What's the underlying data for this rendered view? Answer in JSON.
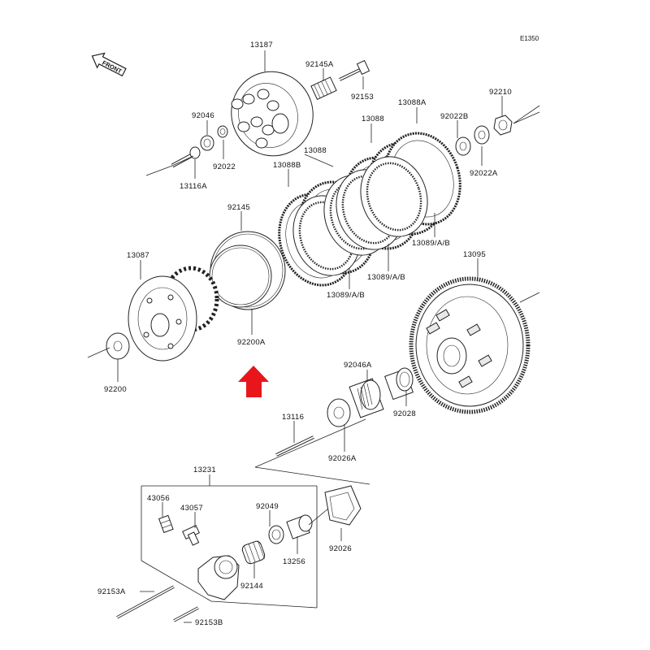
{
  "diagram": {
    "code": "E1350",
    "front_label": "FRONT",
    "arrow_color": "#e8161b",
    "parts": [
      {
        "id": "13187",
        "label": "13187"
      },
      {
        "id": "92145A",
        "label": "92145A"
      },
      {
        "id": "92153",
        "label": "92153"
      },
      {
        "id": "92046",
        "label": "92046"
      },
      {
        "id": "92022",
        "label": "92022"
      },
      {
        "id": "13116A",
        "label": "13116A"
      },
      {
        "id": "13088A",
        "label": "13088A"
      },
      {
        "id": "13088_top",
        "label": "13088"
      },
      {
        "id": "13088_mid",
        "label": "13088"
      },
      {
        "id": "13088B",
        "label": "13088B"
      },
      {
        "id": "92022B",
        "label": "92022B"
      },
      {
        "id": "92210",
        "label": "92210"
      },
      {
        "id": "92022A",
        "label": "92022A"
      },
      {
        "id": "92145",
        "label": "92145"
      },
      {
        "id": "13089_1",
        "label": "13089/A/B"
      },
      {
        "id": "13089_2",
        "label": "13089/A/B"
      },
      {
        "id": "13089_3",
        "label": "13089/A/B"
      },
      {
        "id": "13087",
        "label": "13087"
      },
      {
        "id": "13095",
        "label": "13095"
      },
      {
        "id": "92200A",
        "label": "92200A"
      },
      {
        "id": "92200",
        "label": "92200"
      },
      {
        "id": "92046A",
        "label": "92046A"
      },
      {
        "id": "92028",
        "label": "92028"
      },
      {
        "id": "13116",
        "label": "13116"
      },
      {
        "id": "92026A",
        "label": "92026A"
      },
      {
        "id": "13231",
        "label": "13231"
      },
      {
        "id": "43056",
        "label": "43056"
      },
      {
        "id": "43057",
        "label": "43057"
      },
      {
        "id": "92049",
        "label": "92049"
      },
      {
        "id": "92026",
        "label": "92026"
      },
      {
        "id": "13256",
        "label": "13256"
      },
      {
        "id": "92144",
        "label": "92144"
      },
      {
        "id": "92153A",
        "label": "92153A"
      },
      {
        "id": "92153B",
        "label": "92153B"
      }
    ]
  }
}
